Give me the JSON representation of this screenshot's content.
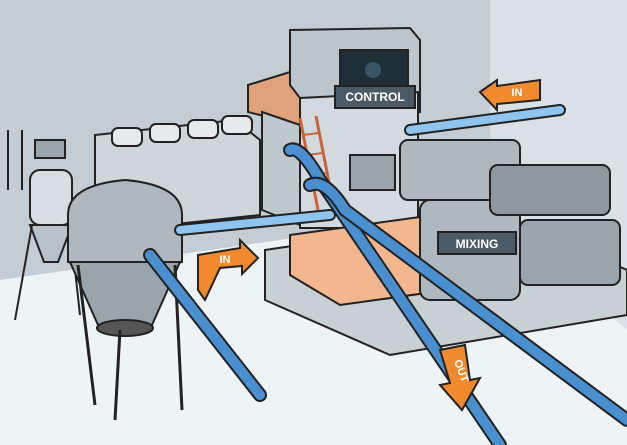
{
  "labels": {
    "control": "CONTROL",
    "in_top": "IN",
    "in_left": "IN",
    "mixing": "MIXING",
    "out": "OUT"
  },
  "colors": {
    "pipe": "#4a8fd0",
    "pipe_light": "#8fc4ee",
    "arrow": "#f08a2c",
    "platform": "#f2b78e",
    "wall": "#c9d3d8",
    "floor": "#e8eef2"
  }
}
